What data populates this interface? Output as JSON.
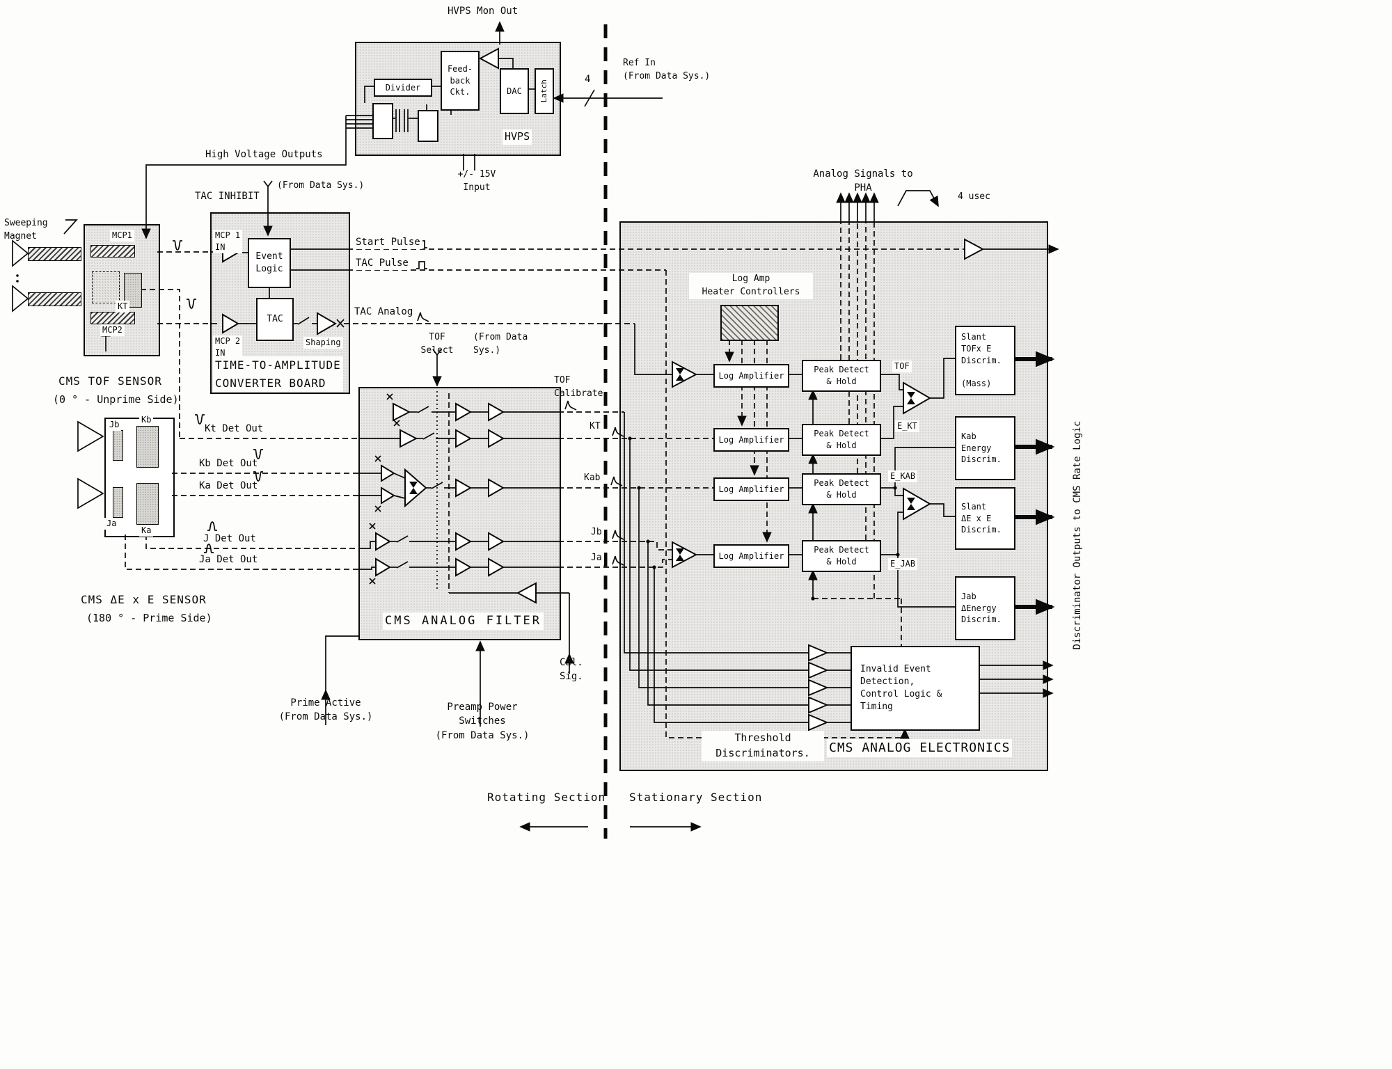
{
  "hvps": {
    "mon_out": "HVPS Mon Out",
    "divider": "Divider",
    "feedback": "Feed-\nback\nCkt.",
    "dac": "DAC",
    "latch": "Latch",
    "label": "HVPS",
    "psu": "+/- 15V\nInput",
    "ref_in": "Ref In\n(From Data Sys.)",
    "bus_width": "4",
    "hv_out": "High Voltage Outputs"
  },
  "magnet": {
    "label": "Sweeping\nMagnet"
  },
  "tof_sensor": {
    "mcp1": "MCP1",
    "kt": "KT",
    "mcp2": "MCP2",
    "title": "CMS TOF SENSOR",
    "subtitle": "(0 ° - Unprime Side)"
  },
  "tac_board": {
    "inhibit": "TAC INHIBIT",
    "from_data_sys": "(From Data Sys.)",
    "mcp1_in": "MCP 1\nIN",
    "mcp2_in": "MCP 2\nIN",
    "event_logic": "Event\nLogic",
    "tac": "TAC",
    "shaping": "Shaping",
    "title": "TIME-TO-AMPLITUDE\nCONVERTER BOARD",
    "start_pulse": "Start Pulse",
    "tac_pulse": "TAC Pulse",
    "tac_analog": "TAC Analog"
  },
  "de_sensor": {
    "jb": "Jb",
    "kb": "Kb",
    "ja": "Ja",
    "ka": "Ka",
    "title": "CMS ΔE x E SENSOR",
    "subtitle": "(180 ° - Prime Side)",
    "kt_det": "Kt Det Out",
    "kb_det": "Kb Det Out",
    "ka_det": "Ka Det Out",
    "j_det": "J Det Out",
    "ja_det": "Ja Det Out"
  },
  "filter": {
    "tof_select": "TOF\nSelect",
    "from_data_sys": "(From Data\nSys.)",
    "tof_calibrate": "TOF\nCalibrate",
    "kt": "KT",
    "kab": "Kab",
    "jb": "Jb",
    "ja": "Ja",
    "title": "CMS ANALOG FILTER",
    "prime_active": "Prime Active\n(From Data Sys.)",
    "preamp_power": "Preamp Power\nSwitches\n(From Data Sys.)",
    "cal_sig": "Cal.\nSig."
  },
  "sections": {
    "rotating": "Rotating Section",
    "stationary": "Stationary Section"
  },
  "electronics": {
    "pha": "Analog Signals to\nPHA",
    "usec": "4 usec",
    "heaters": "Log Amp\nHeater Controllers",
    "log_amp": "Log Amplifier",
    "peak_detect": "Peak Detect\n& Hold",
    "tof": "TOF",
    "e_kt": "E_KT",
    "e_kab": "E_KAB",
    "e_jab": "E_JAB",
    "disc_mass": "Slant\nTOFx E\nDiscrim.\n\n(Mass)",
    "disc_kab_energy": "Kab\nEnergy\nDiscrim.",
    "disc_dexe": "Slant\nΔE x E\nDiscrim.",
    "disc_jab_energy": "Jab\nΔEnergy\nDiscrim.",
    "invalid_event": "Invalid Event\nDetection,\nControl Logic &\nTiming",
    "threshold": "Threshold\nDiscriminators.",
    "title": "CMS ANALOG ELECTRONICS",
    "rate_logic": "Discriminator Outputs to CMS Rate Logic"
  }
}
